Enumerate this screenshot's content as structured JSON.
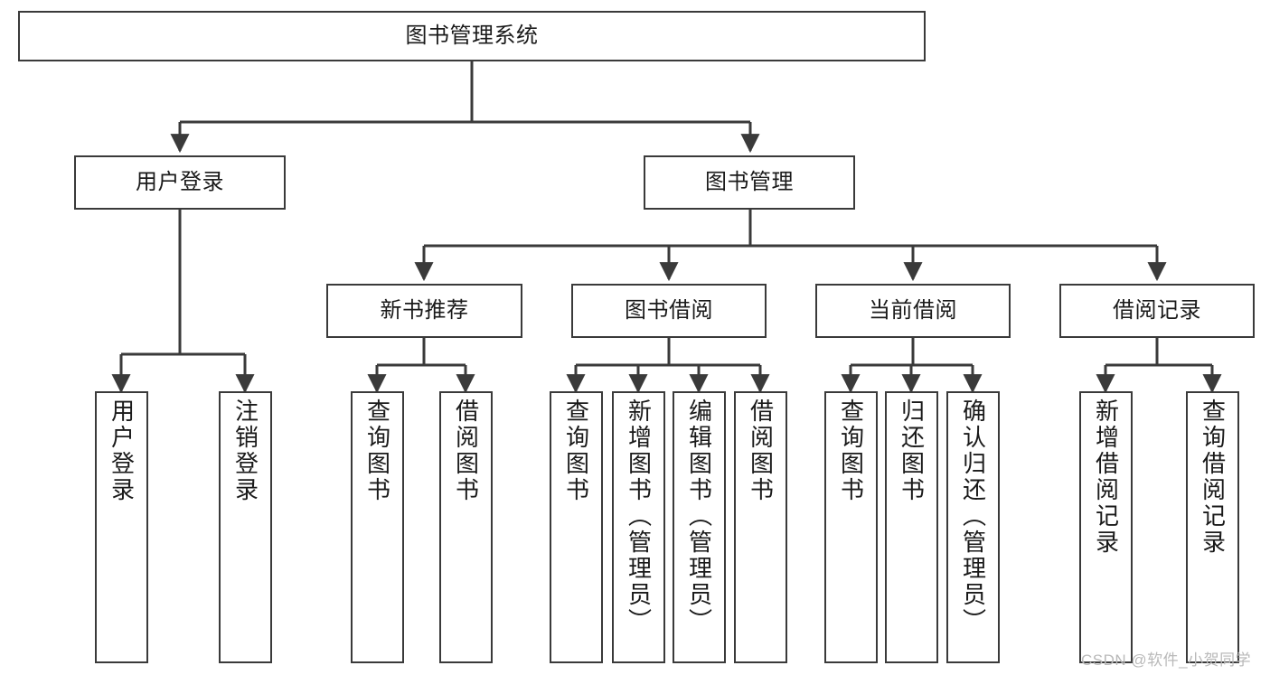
{
  "diagram": {
    "title": "图书管理系统",
    "type": "tree-hierarchy-diagram",
    "root": {
      "label": "图书管理系统"
    },
    "level2": [
      {
        "label": "用户登录"
      },
      {
        "label": "图书管理"
      }
    ],
    "level3": [
      {
        "label": "新书推荐"
      },
      {
        "label": "图书借阅"
      },
      {
        "label": "当前借阅"
      },
      {
        "label": "借阅记录"
      }
    ],
    "leaves": {
      "user_login": [
        {
          "label": "用户登录"
        },
        {
          "label": "注销登录"
        }
      ],
      "new_book_recommend": [
        {
          "label": "查询图书"
        },
        {
          "label": "借阅图书"
        }
      ],
      "book_borrow": [
        {
          "label": "查询图书"
        },
        {
          "label": "新增图书（管理员）"
        },
        {
          "label": "编辑图书（管理员）"
        },
        {
          "label": "借阅图书"
        }
      ],
      "current_borrow": [
        {
          "label": "查询图书"
        },
        {
          "label": "归还图书"
        },
        {
          "label": "确认归还（管理员）"
        }
      ],
      "borrow_record": [
        {
          "label": "新增借阅记录"
        },
        {
          "label": "查询借阅记录"
        }
      ]
    }
  },
  "watermark": {
    "text": "CSDN @软件_小贺同学"
  },
  "colors": {
    "border": "#3a3a3a",
    "text": "#1a1a1a",
    "background": "#ffffff",
    "watermark": "#b9b9b9"
  }
}
